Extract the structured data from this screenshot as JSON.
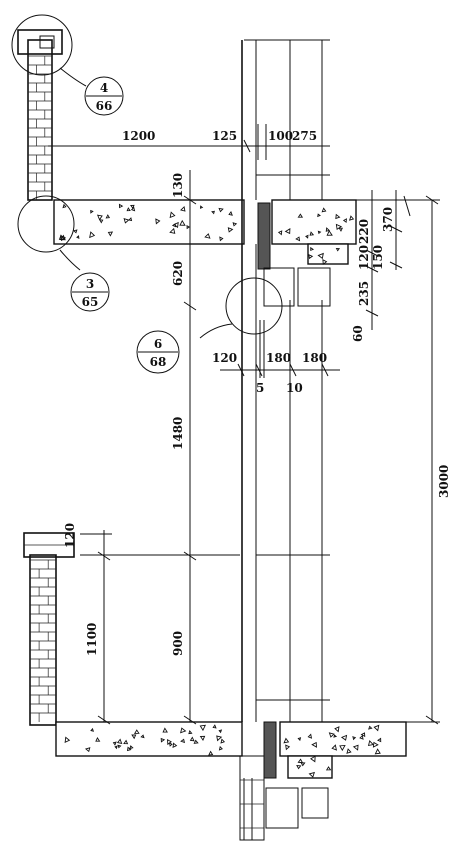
{
  "dimensions": {
    "d1200": "1200",
    "d125": "125",
    "d100": "100",
    "d275": "275",
    "d130": "130",
    "d620": "620",
    "d1480": "1480",
    "d120_left": "120",
    "d1100": "1100",
    "d900": "900",
    "d3000": "3000",
    "d120_lower": "120",
    "d180_a": "180",
    "d180_b": "180",
    "d5": "5",
    "d10": "10",
    "d220": "220",
    "d370": "370",
    "d120_right": "120",
    "d150": "150",
    "d235": "235",
    "d60": "60"
  },
  "callouts": [
    {
      "detail": "4",
      "sheet": "66"
    },
    {
      "detail": "3",
      "sheet": "65"
    },
    {
      "detail": "6",
      "sheet": "68"
    }
  ]
}
